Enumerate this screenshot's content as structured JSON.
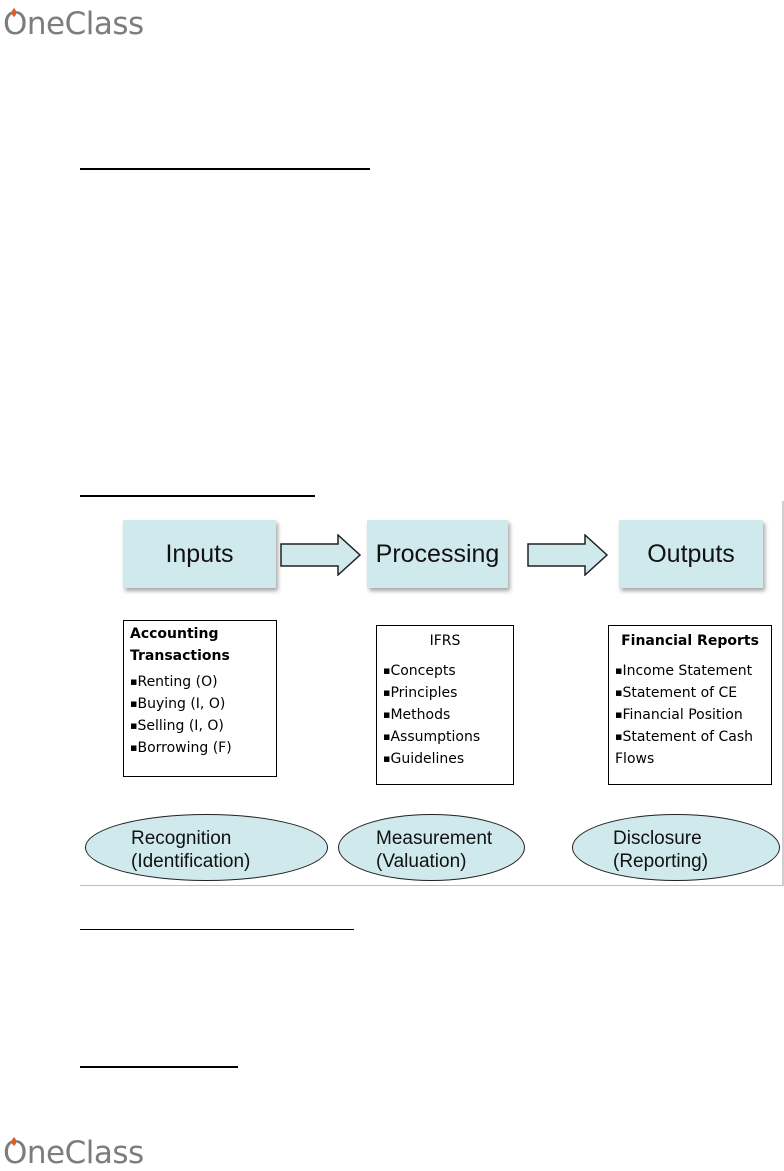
{
  "brand": {
    "name": "OneClass"
  },
  "diagram": {
    "stages": [
      {
        "label": "Inputs"
      },
      {
        "label": "Processing"
      },
      {
        "label": "Outputs"
      }
    ],
    "boxes": [
      {
        "title": "Accounting Transactions",
        "items": [
          "Renting (O)",
          "Buying (I, O)",
          "Selling (I, O)",
          "Borrowing (F)"
        ]
      },
      {
        "title": "IFRS",
        "items": [
          "Concepts",
          "Principles",
          "Methods",
          "Assumptions",
          "Guidelines"
        ]
      },
      {
        "title": "Financial Reports",
        "items": [
          "Income Statement",
          "Statement of CE",
          "Financial Position",
          "Statement of Cash Flows"
        ]
      }
    ],
    "phases": [
      {
        "line1": "Recognition",
        "line2": "(Identification)"
      },
      {
        "line1": "Measurement",
        "line2": "(Valuation)"
      },
      {
        "line1": "Disclosure",
        "line2": "(Reporting)"
      }
    ]
  },
  "colors": {
    "fill": "#cfe9ec",
    "logo": "#7d7d7d",
    "logo_accent": "#e05a2a"
  }
}
